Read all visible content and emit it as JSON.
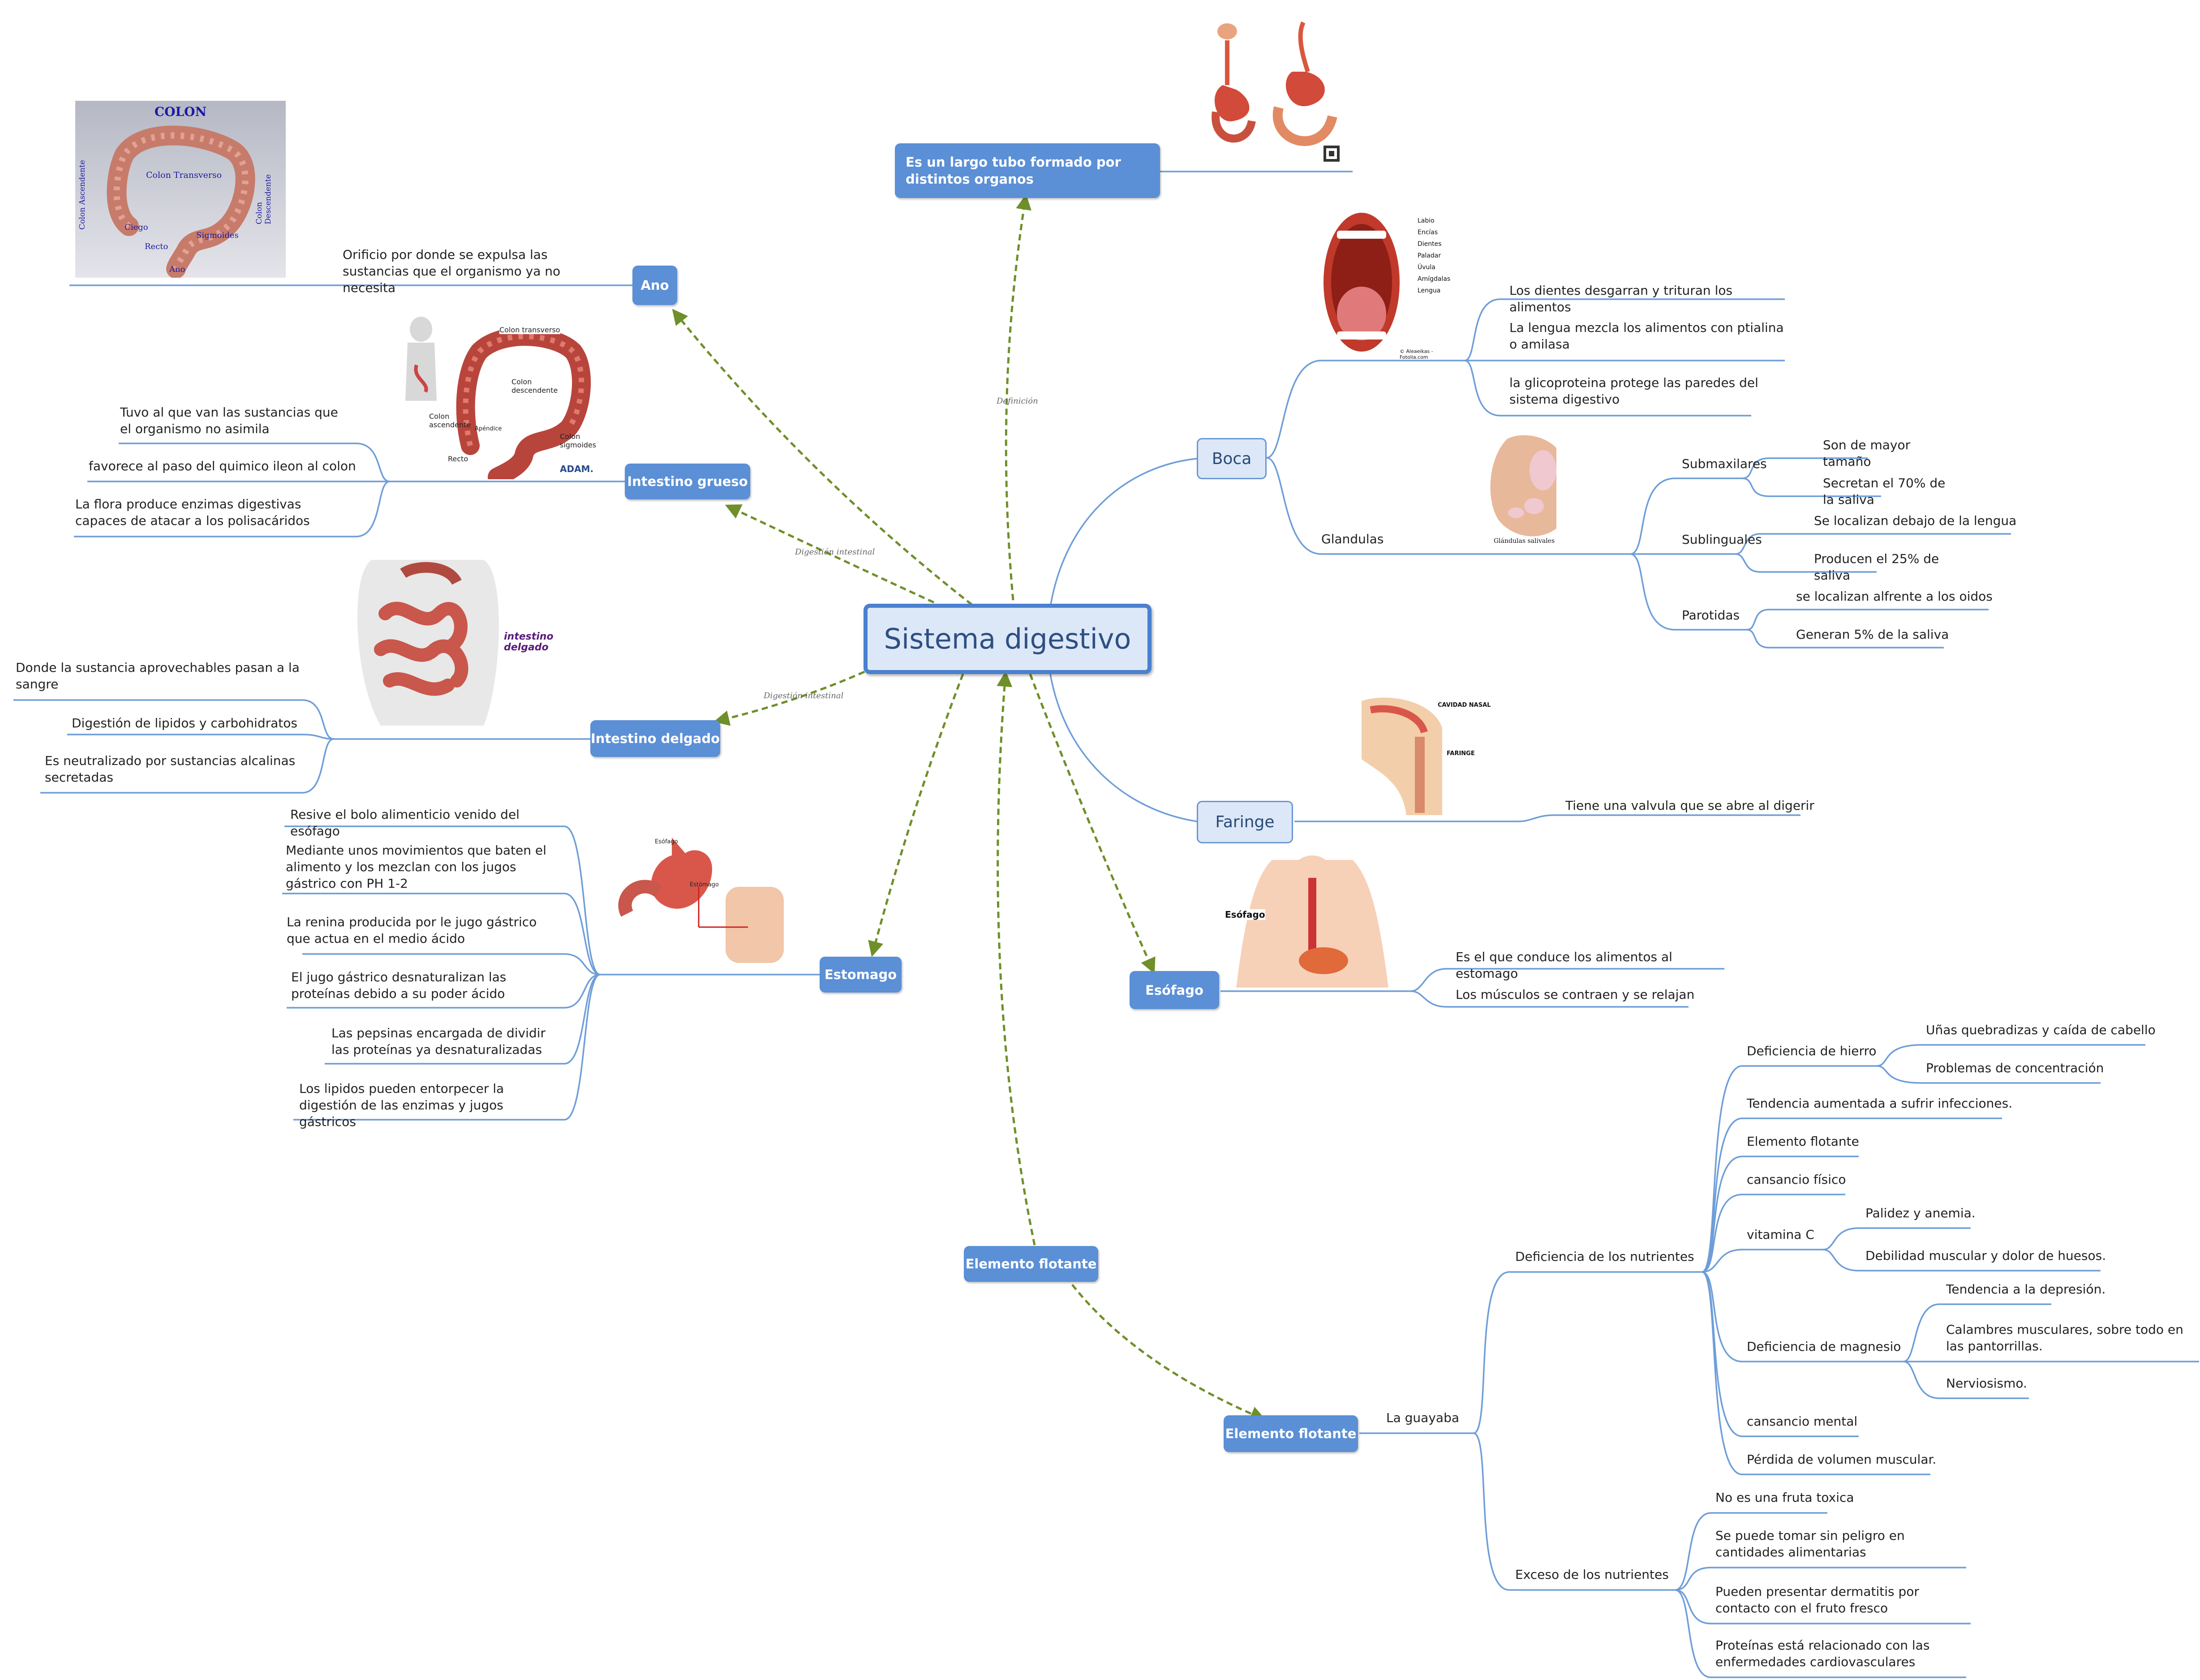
{
  "central": "Sistema digestivo",
  "link_labels": {
    "definicion": "Definición",
    "digestion_1": "Digestión intestinal",
    "digestion_2": "Digestión intestinal"
  },
  "definicion": {
    "title": "Es un largo tubo formado por distintos organos"
  },
  "ano": {
    "title": "Ano",
    "desc": "Orificio por donde se expulsa las sustancias que el organismo ya no necesita",
    "image": {
      "title": "COLON",
      "labels": [
        "Colon Transverso",
        "Colon Ascendente",
        "Colon Descendente",
        "Ciego",
        "Recto",
        "Sigmoides",
        "Ano"
      ]
    }
  },
  "intestino_grueso": {
    "title": "Intestino grueso",
    "items": [
      "Tuvo al que van las sustancias que el organismo no asimila",
      "favorece al paso del quimico ileon al colon",
      "La flora produce enzimas digestivas capaces de atacar a los polisacáridos"
    ],
    "image": {
      "labels": [
        "Colon transverso",
        "Colon descendente",
        "Colon ascendente",
        "Apéndice",
        "Colon sigmoides",
        "Recto"
      ],
      "brand": "ADAM."
    }
  },
  "intestino_delgado": {
    "title": "Intestino delgado",
    "items": [
      "Donde la sustancia aprovechables pasan a la sangre",
      "Digestión de lipidos y carbohidratos",
      "Es neutralizado por sustancias alcalinas secretadas"
    ],
    "image": {
      "label": "intestino delgado"
    }
  },
  "estomago": {
    "title": "Estomago",
    "items": [
      "Resive el bolo alimenticio venido del esófago",
      "Mediante unos movimientos que baten el alimento y los mezclan con los jugos gástrico con PH 1-2",
      "La renina producida por le jugo gástrico que actua en el medio ácido",
      "El jugo gástrico desnaturalizan las proteínas debido a su poder ácido",
      "Las pepsinas encargada de dividir las proteínas ya desnaturalizadas",
      "Los lipidos pueden entorpecer la digestión de las enzimas y jugos gástricos"
    ],
    "image": {
      "labels": [
        "Esófago",
        "Estómago"
      ]
    }
  },
  "boca": {
    "title": "Boca",
    "items": [
      "Los dientes desgarran y trituran los alimentos",
      "La lengua mezcla los alimentos con ptialina o amilasa",
      "la glicoproteina protege las paredes del sistema digestivo"
    ],
    "image": {
      "labels": [
        "Labio",
        "Encías",
        "Dientes",
        "Paladar",
        "Úvula",
        "Amígdalas",
        "Lengua"
      ],
      "credit": "© Aleaeikas - Fotolia.com"
    },
    "glandulas": {
      "title": "Glandulas",
      "image_label": "Glándulas salivales",
      "groups": [
        {
          "name": "Submaxilares",
          "items": [
            "Son de mayor tamaño",
            "Secretan el 70% de la saliva"
          ]
        },
        {
          "name": "Sublinguales",
          "items": [
            "Se localizan debajo de la lengua",
            "Producen el 25% de saliva"
          ]
        },
        {
          "name": "Parotidas",
          "items": [
            "se localizan alfrente a los oidos",
            "Generan 5% de la saliva"
          ]
        }
      ]
    }
  },
  "faringe": {
    "title": "Faringe",
    "desc": "Tiene una valvula que se abre al digerir",
    "image": {
      "labels": [
        "CAVIDAD NASAL",
        "FARINGE"
      ]
    }
  },
  "esofago": {
    "title": "Esófago",
    "items": [
      "Es el que conduce los alimentos al estomago",
      "Los músculos se contraen y se relajan"
    ],
    "image": {
      "label": "Esófago"
    }
  },
  "elemento_flotante_1": {
    "title": "Elemento flotante"
  },
  "elemento_flotante_2": {
    "title": "Elemento flotante",
    "guayaba": "La guayaba",
    "deficiencia": {
      "title": "Deficiencia de los nutrientes",
      "hierro": {
        "title": "Deficiencia de hierro",
        "items": [
          "Uñas quebradizas y caída de cabello",
          "Problemas de concentración"
        ]
      },
      "infecciones": "Tendencia aumentada a sufrir infecciones.",
      "flotante": "Elemento flotante",
      "cansancio_fisico": "cansancio físico",
      "vitamina_c": {
        "title": "vitamina C",
        "items": [
          "Palidez y anemia.",
          "Debilidad muscular y dolor de huesos."
        ]
      },
      "magnesio": {
        "title": "Deficiencia de magnesio",
        "items": [
          "Tendencia a la depresión.",
          "Calambres musculares, sobre todo en las pantorrillas.",
          "Nerviosismo."
        ]
      },
      "cansancio_mental": "cansancio mental",
      "perdida": "Pérdida de volumen muscular."
    },
    "exceso": {
      "title": "Exceso de los nutrientes",
      "items": [
        "No es una fruta toxica",
        "Se puede tomar sin peligro en cantidades alimentarias",
        "Pueden presentar dermatitis por contacto con el fruto fresco",
        "Proteínas está relacionado con las enfermedades cardiovasculares"
      ]
    }
  },
  "colors": {
    "topic_blue": "#5b8fd6",
    "branch_line": "#6e9ed8",
    "dashed_link": "#6f8f2a",
    "central_border": "#4a80cf"
  }
}
